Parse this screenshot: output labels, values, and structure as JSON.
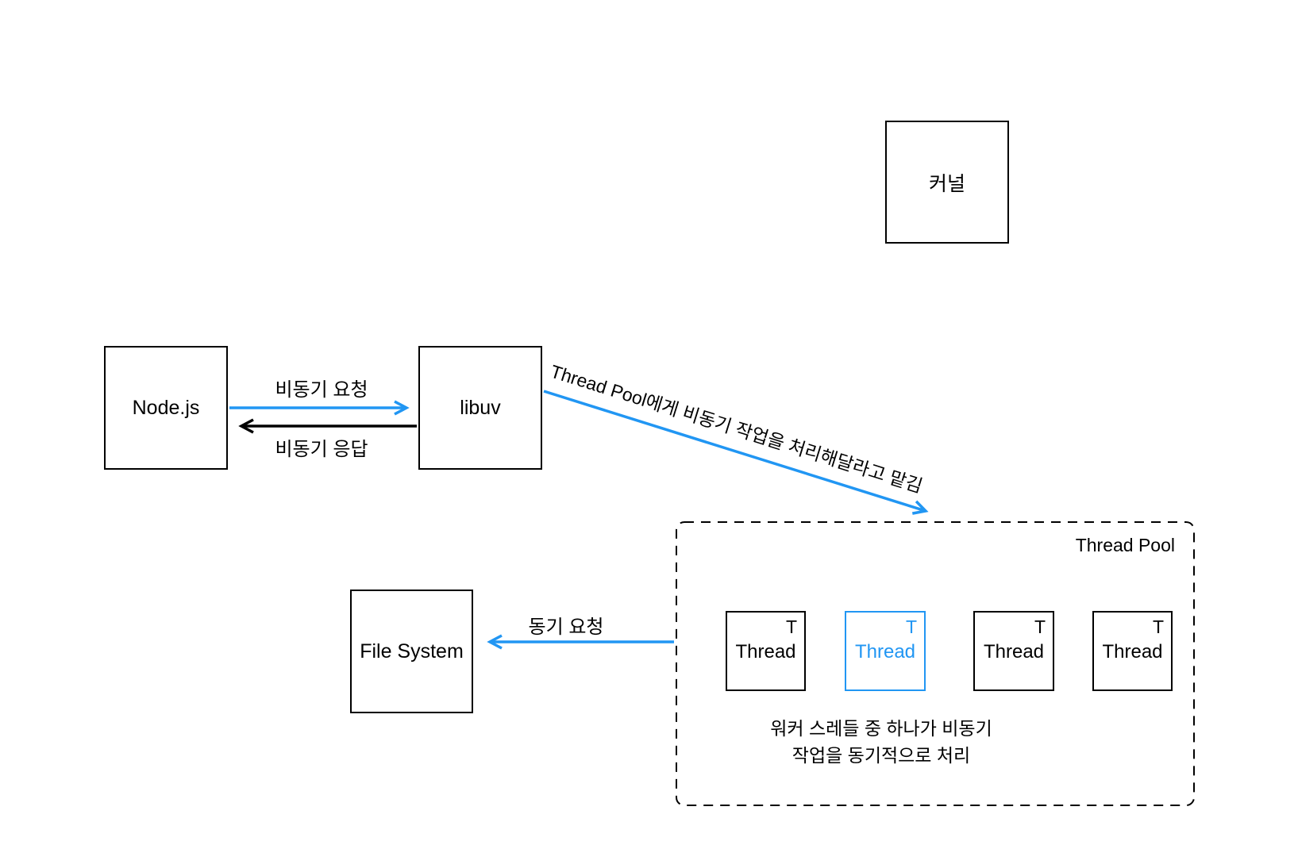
{
  "colors": {
    "accent": "#2196f3",
    "line": "#000000",
    "background": "#ffffff"
  },
  "nodes": {
    "kernel": {
      "label": "커널"
    },
    "nodejs": {
      "label": "Node.js"
    },
    "libuv": {
      "label": "libuv"
    },
    "filesystem": {
      "label": "File System"
    }
  },
  "edges": {
    "async_request": {
      "label": "비동기 요청"
    },
    "async_response": {
      "label": "비동기 응답"
    },
    "delegate": {
      "label": "Thread Pool에게 비동기 작업을 처리해달라고 맡김"
    },
    "sync_request": {
      "label": "동기 요청"
    }
  },
  "thread_pool": {
    "title": "Thread Pool",
    "threads": [
      {
        "badge": "T",
        "label": "Thread",
        "highlighted": false
      },
      {
        "badge": "T",
        "label": "Thread",
        "highlighted": true
      },
      {
        "badge": "T",
        "label": "Thread",
        "highlighted": false
      },
      {
        "badge": "T",
        "label": "Thread",
        "highlighted": false
      }
    ],
    "caption_line1": "워커 스레들 중 하나가 비동기",
    "caption_line2": "작업을 동기적으로 처리"
  }
}
